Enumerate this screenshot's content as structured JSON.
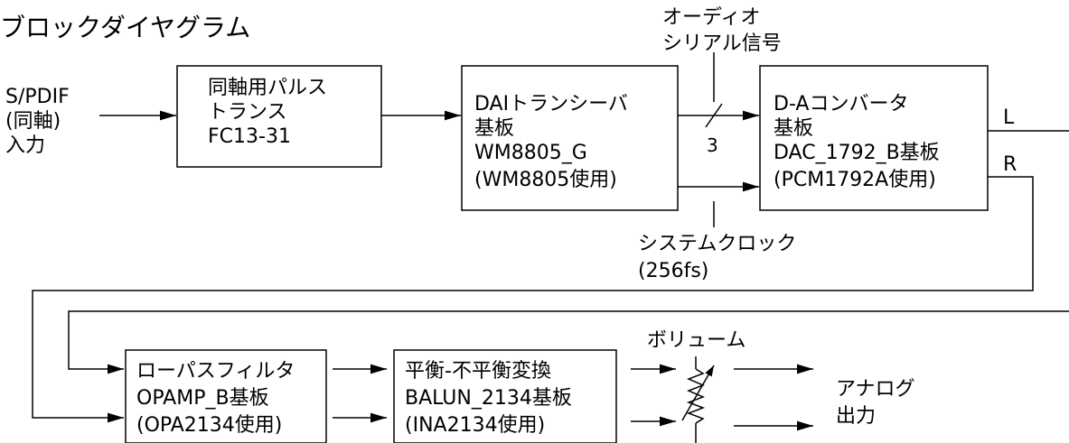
{
  "title": "ブロックダイヤグラム",
  "input_label": [
    "S/PDIF",
    "(同軸)",
    "入力"
  ],
  "pulse_transformer": [
    "同軸用パルス",
    "トランス",
    "FC13-31"
  ],
  "dai_transceiver": [
    "DAIトランシーバ",
    "基板",
    "WM8805_G",
    "(WM8805使用)"
  ],
  "serial_signal_label": [
    "オーディオ",
    "シリアル信号"
  ],
  "bus_width": "3",
  "system_clock_label": [
    "システムクロック",
    "(256fs)"
  ],
  "dac_converter": [
    "D-Aコンバータ",
    "基板",
    "DAC_1792_B基板",
    "(PCM1792A使用)"
  ],
  "channel_left": "L",
  "channel_right": "R",
  "lowpass_filter": [
    "ローパスフィルタ",
    "OPAMP_B基板",
    "(OPA2134使用)"
  ],
  "balanced_converter": [
    "平衡-不平衡変換",
    "BALUN_2134基板",
    "(INA2134使用)"
  ],
  "volume_label": "ボリューム",
  "analog_output": [
    "アナログ",
    "出力"
  ],
  "colors": {
    "line": "#000000",
    "background": "#ffffff"
  }
}
